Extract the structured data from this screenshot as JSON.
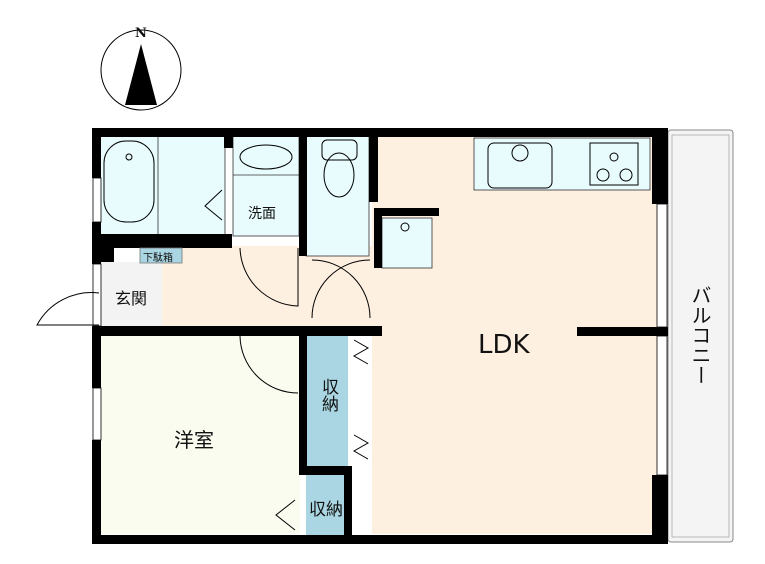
{
  "compass": {
    "label": "N"
  },
  "rooms": {
    "ldk": {
      "label": "LDK",
      "color": "#fdf0e0"
    },
    "western_room": {
      "label": "洋室",
      "color": "#fafcf0"
    },
    "entrance": {
      "label": "玄関",
      "color": "#f3f3f3"
    },
    "shoe_box": {
      "label": "下駄箱",
      "color": "#a9d6e2"
    },
    "washroom": {
      "label": "洗面",
      "color": "#e8fbfd"
    },
    "storage_1": {
      "label": "収納",
      "color": "#a9d6e2"
    },
    "storage_2": {
      "label": "収納",
      "color": "#a9d6e2"
    },
    "balcony": {
      "label": "バルコニー",
      "color": "#f4f4f4"
    },
    "bath": {
      "color": "#e8fbfd"
    },
    "toilet": {
      "color": "#e8fbfd"
    }
  },
  "colors": {
    "wall": "#000000",
    "hallway": "#fdf0e0"
  }
}
